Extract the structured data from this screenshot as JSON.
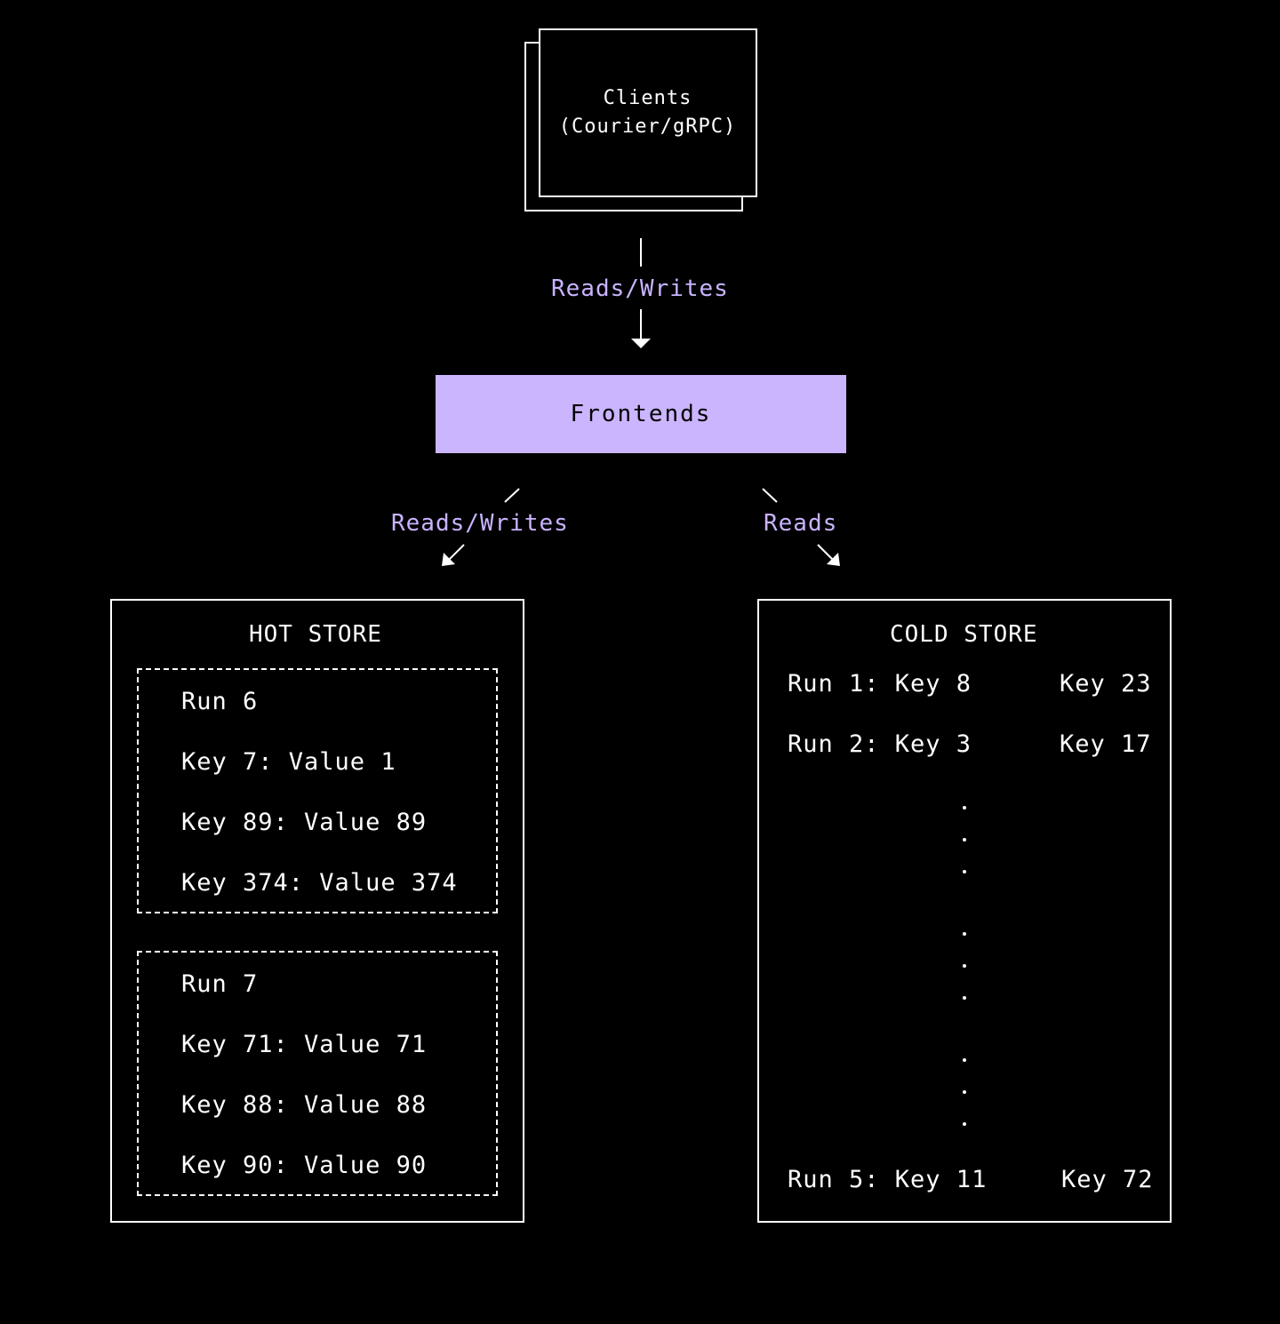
{
  "clients": {
    "line1": "Clients",
    "line2": "(Courier/gRPC)"
  },
  "edges": {
    "clients_to_frontends": "Reads/Writes",
    "frontends_to_hot": "Reads/Writes",
    "frontends_to_cold": "Reads"
  },
  "frontends": {
    "label": "Frontends"
  },
  "hot_store": {
    "title": "HOT STORE",
    "runs": [
      {
        "name": "Run 6",
        "entries": [
          "Key 7: Value 1",
          "Key 89: Value 89",
          "Key 374: Value 374"
        ]
      },
      {
        "name": "Run 7",
        "entries": [
          "Key 71: Value 71",
          "Key 88: Value 88",
          "Key 90: Value 90"
        ]
      }
    ]
  },
  "cold_store": {
    "title": "COLD STORE",
    "runs": [
      {
        "from": "Run 1: Key 8",
        "to": "Key 23"
      },
      {
        "from": "Run 2: Key 3",
        "to": "Key 17"
      },
      {
        "from": "Run 5: Key 11",
        "to": "Key 72"
      }
    ]
  },
  "colors": {
    "background": "#000000",
    "accent": "#cbb5ff",
    "label": "#c9b3ff",
    "stroke": "#ffffff"
  }
}
